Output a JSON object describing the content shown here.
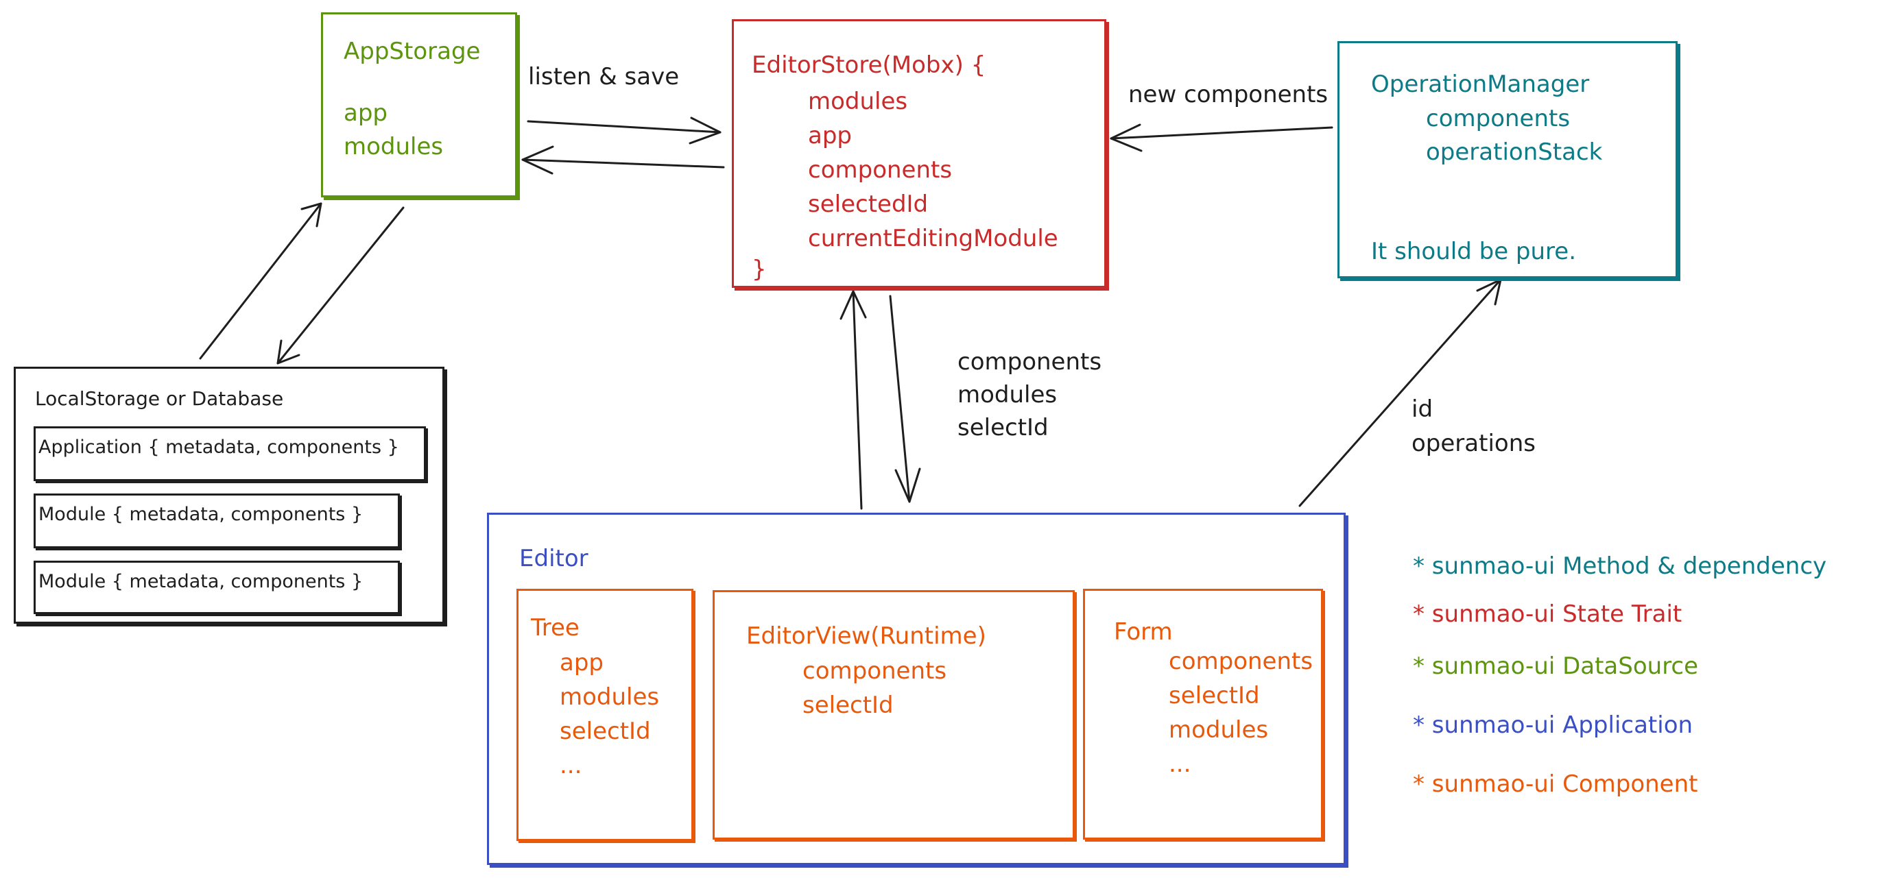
{
  "app_storage": {
    "title": "AppStorage",
    "fields": [
      "app",
      "modules"
    ]
  },
  "editor_store": {
    "title": "EditorStore(Mobx) {",
    "fields": [
      "modules",
      "app",
      "components",
      "selectedId",
      "currentEditingModule"
    ],
    "close": "}"
  },
  "operation_manager": {
    "title": "OperationManager",
    "fields": [
      "components",
      "operationStack"
    ],
    "note": "It should be pure."
  },
  "local_storage": {
    "title": "LocalStorage or Database",
    "items": [
      "Application { metadata, components }",
      "Module { metadata, components }",
      "Module { metadata, components }"
    ]
  },
  "editor": {
    "title": "Editor",
    "tree": {
      "title": "Tree",
      "fields": [
        "app",
        "modules",
        "selectId",
        "..."
      ]
    },
    "editor_view": {
      "title": "EditorView(Runtime)",
      "fields": [
        "components",
        "selectId"
      ]
    },
    "form": {
      "title": "Form",
      "fields": [
        "components",
        "selectId",
        "modules",
        "..."
      ]
    }
  },
  "edge_labels": {
    "listen_save": "listen & save",
    "new_components": "new components",
    "store_to_editor": [
      "components",
      "modules",
      "selectId"
    ],
    "editor_to_ops": [
      "id",
      "operations"
    ]
  },
  "legend": [
    {
      "text": "* sunmao-ui Method & dependency",
      "color": "#0c7b87"
    },
    {
      "text": "* sunmao-ui State Trait",
      "color": "#c92a2a"
    },
    {
      "text": "* sunmao-ui DataSource",
      "color": "#5c940d"
    },
    {
      "text": "* sunmao-ui Application",
      "color": "#3b4fc4"
    },
    {
      "text": "* sunmao-ui Component",
      "color": "#e8590c"
    }
  ],
  "colors": {
    "datasource": "#5c940d",
    "state_trait": "#c92a2a",
    "method": "#0c7b87",
    "application": "#3b4fc4",
    "component": "#e8590c",
    "ink": "#1e1e1e"
  }
}
